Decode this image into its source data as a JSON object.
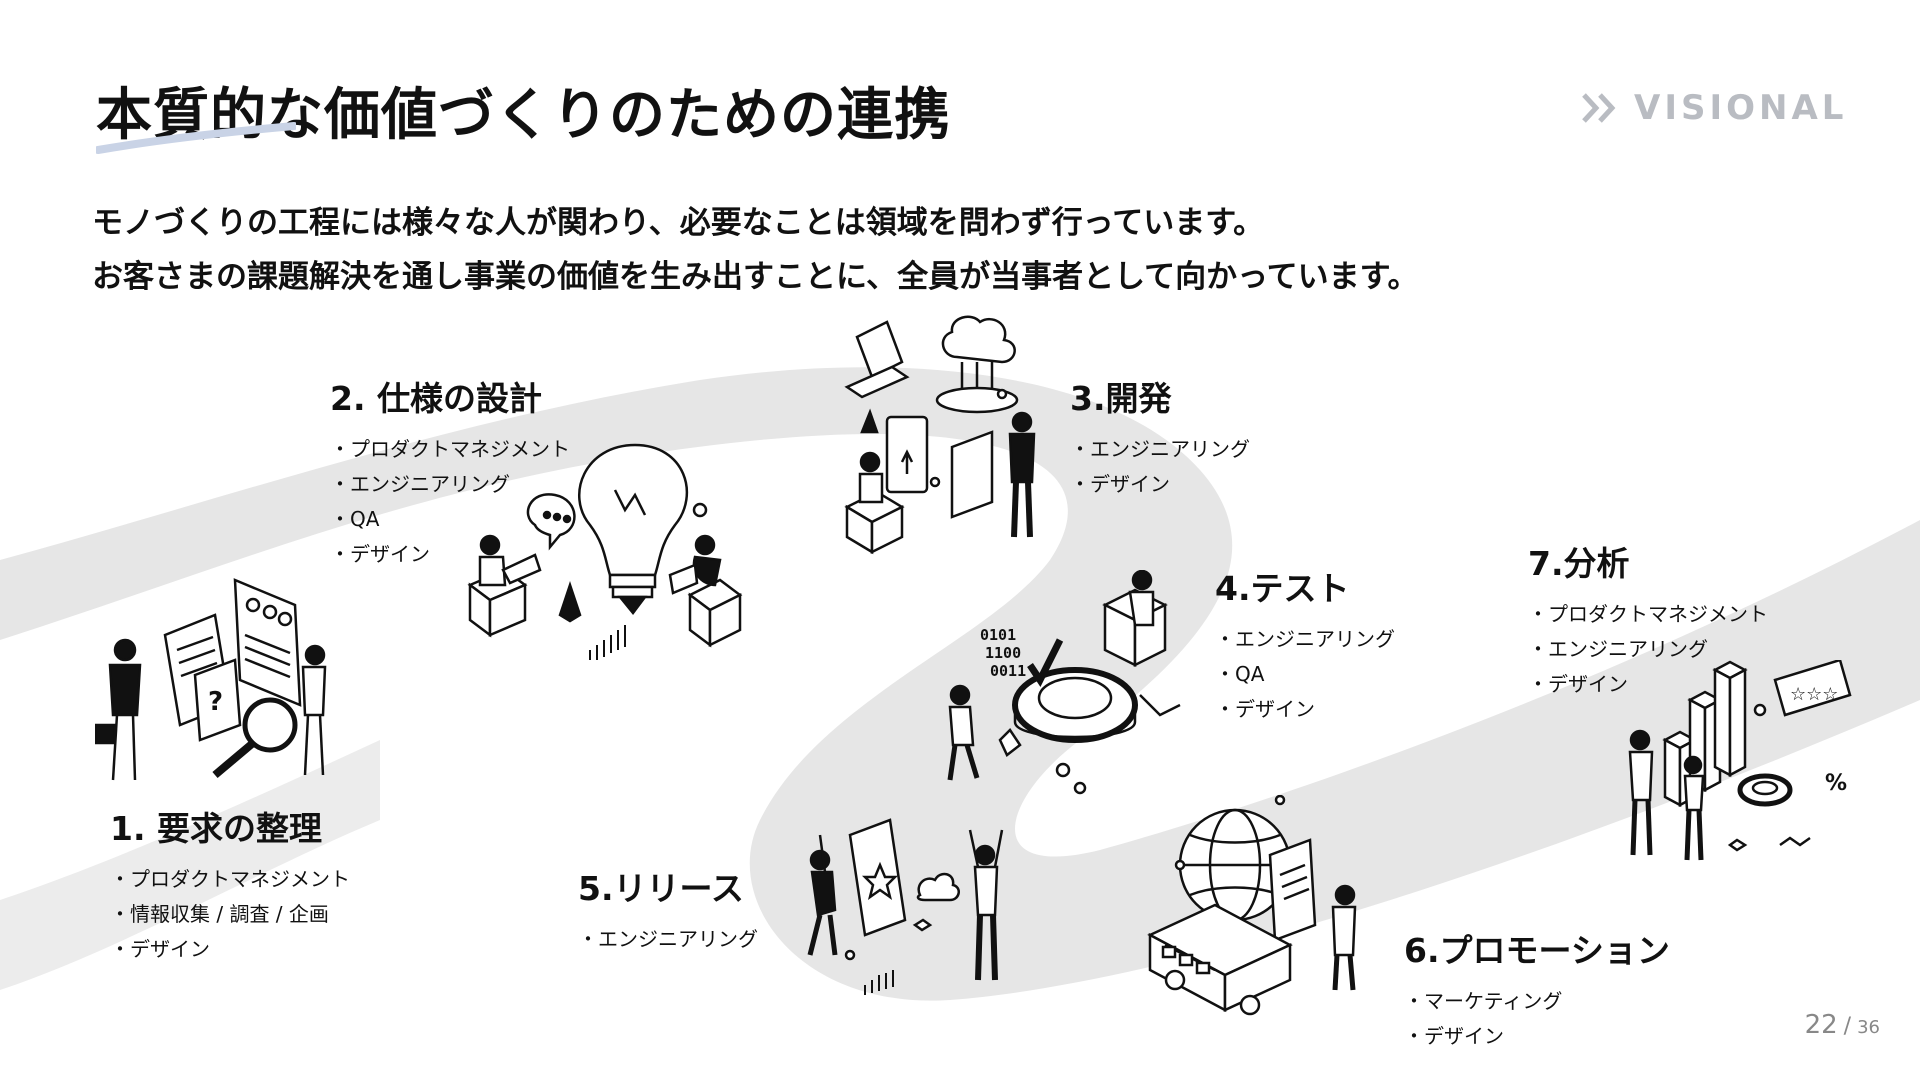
{
  "title": "本質的な価値づくりのための連携",
  "logo": {
    "text": "VISIONAL"
  },
  "lead": [
    "モノづくりの工程には様々な人が関わり、必要なことは領域を問わず行っています。",
    "お客さまの課題解決を通し事業の価値を生み出すことに、全員が当事者として向かっています。"
  ],
  "steps": [
    {
      "title": "1. 要求の整理",
      "roles": [
        "プロダクトマネジメント",
        "情報収集 / 調査 / 企画",
        "デザイン"
      ]
    },
    {
      "title": "2. 仕様の設計",
      "roles": [
        "プロダクトマネジメント",
        "エンジニアリング",
        "QA",
        "デザイン"
      ]
    },
    {
      "title": "3.開発",
      "roles": [
        "エンジニアリング",
        "デザイン"
      ]
    },
    {
      "title": "4.テスト",
      "roles": [
        "エンジニアリング",
        "QA",
        "デザイン"
      ]
    },
    {
      "title": "5.リリース",
      "roles": [
        "エンジニアリング"
      ]
    },
    {
      "title": "6.プロモーション",
      "roles": [
        "マーケティング",
        "デザイン"
      ]
    },
    {
      "title": "7.分析",
      "roles": [
        "プロダクトマネジメント",
        "エンジニアリング",
        "デザイン"
      ]
    }
  ],
  "page": {
    "current": "22",
    "separator": "/",
    "total": "36"
  },
  "colors": {
    "swoosh": "#e6e6e6",
    "underline": "#c9d3e6",
    "logo": "#b9bcc2"
  }
}
